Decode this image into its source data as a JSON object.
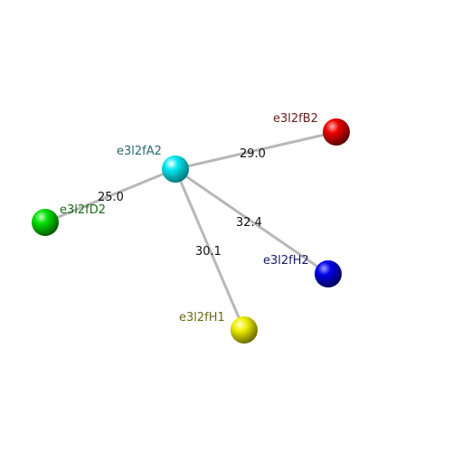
{
  "nodes": [
    {
      "id": "A2",
      "label": "e3l2fA2",
      "color": "#00d8e0",
      "label_color": "#2a6a6a"
    },
    {
      "id": "B2",
      "label": "e3l2fB2",
      "color": "#e00000",
      "label_color": "#6a1a1a"
    },
    {
      "id": "D2",
      "label": "e3l2fD2",
      "color": "#00dd00",
      "label_color": "#1a6a1a"
    },
    {
      "id": "H2",
      "label": "e3l2fH2",
      "color": "#0000dd",
      "label_color": "#1a1a6a"
    },
    {
      "id": "H1",
      "label": "e3l2fH1",
      "color": "#e8e800",
      "label_color": "#6a6a1a"
    }
  ],
  "edges": [
    {
      "from": "A2",
      "to": "B2",
      "label": "29.0"
    },
    {
      "from": "A2",
      "to": "D2",
      "label": "25.0"
    },
    {
      "from": "A2",
      "to": "H2",
      "label": "32.4"
    },
    {
      "from": "A2",
      "to": "H1",
      "label": "30.1"
    }
  ]
}
